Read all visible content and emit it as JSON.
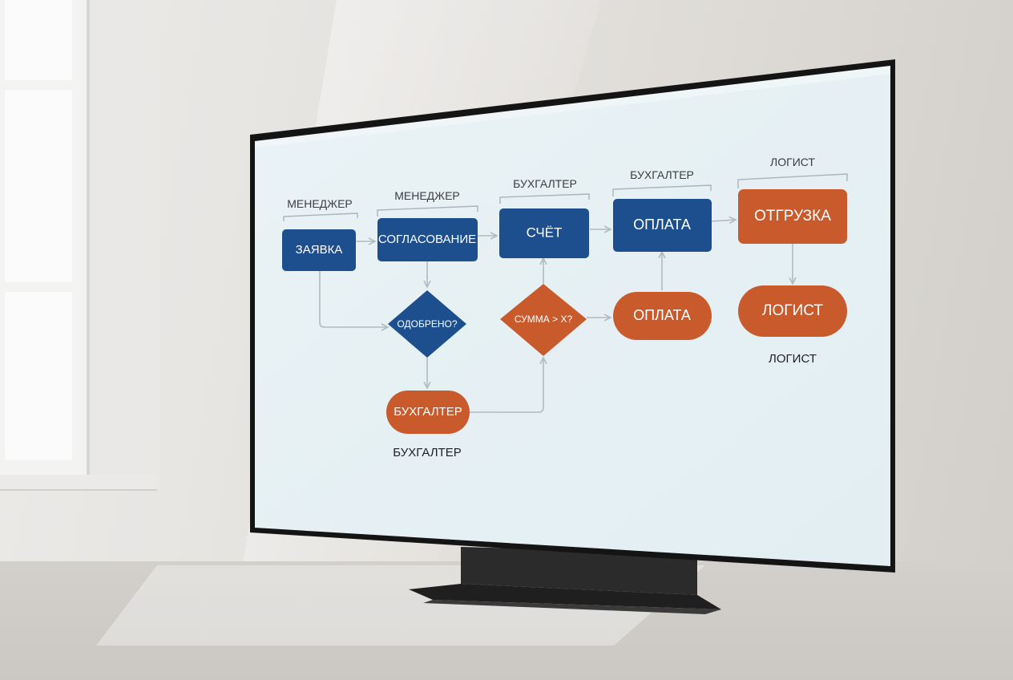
{
  "lanes": {
    "manager_1": "МЕНЕДЖЕР",
    "manager_2": "МЕНЕДЖЕР",
    "accountant_1": "БУХГАЛТЕР",
    "accountant_2": "БУХГАЛТЕР",
    "logist_1": "ЛОГИСТ"
  },
  "nodes": {
    "request": "ЗАЯВКА",
    "approval": "СОГЛАСОВАНИЕ",
    "invoice": "СЧЁТ",
    "payment_top": "ОПЛАТА",
    "shipment": "ОТГРУЗКА",
    "approved_decision": "ОДОБРЕНО?",
    "amount_decision": "СУММА > X?",
    "payment_bottom": "ОПЛАТА",
    "logist_node": "ЛОГИСТ",
    "accountant_node": "БУХГАЛТЕР"
  },
  "captions": {
    "accountant_caption": "БУХГАЛТЕР",
    "logist_caption": "ЛОГИСТ"
  },
  "colors": {
    "blue": "#1d4f8f",
    "orange": "#c95a2b",
    "screen": "#e6f1f4",
    "connector": "#b7c1c7"
  }
}
